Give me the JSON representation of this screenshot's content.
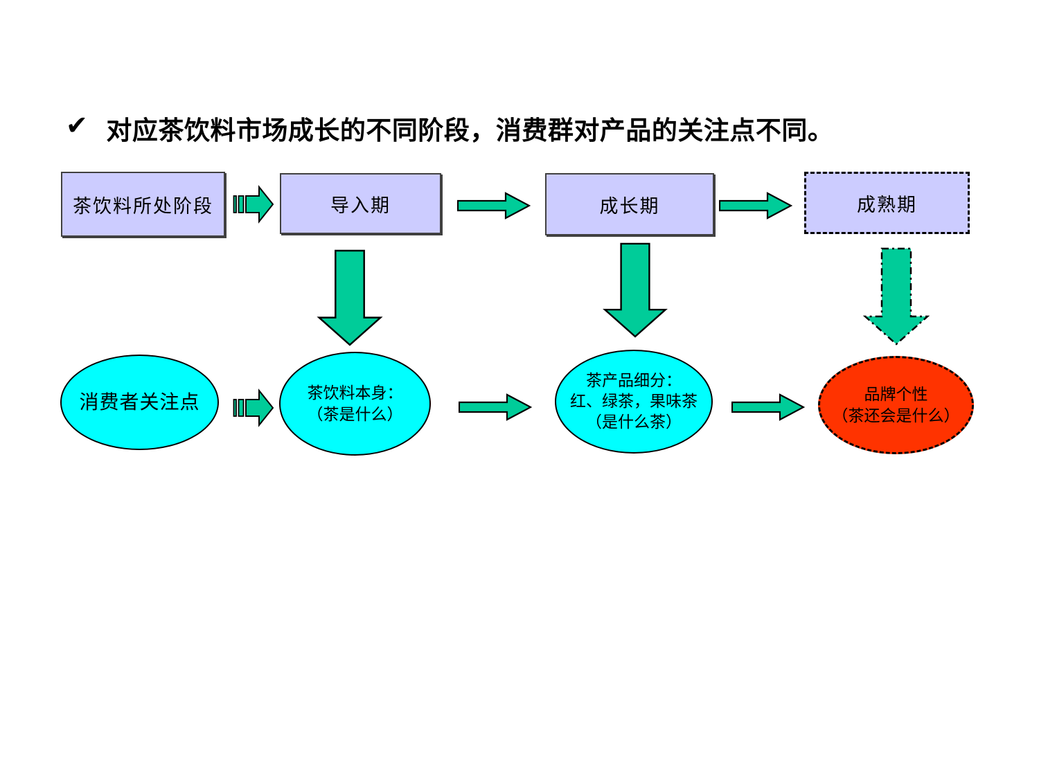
{
  "title": {
    "bullet": "✔",
    "text": "对应茶饮料市场成长的不同阶段，消费群对产品的关注点不同。"
  },
  "stage_row": {
    "header": "茶饮料所处阶段",
    "stages": [
      {
        "label": "导入期"
      },
      {
        "label": "成长期"
      },
      {
        "label": "成熟期"
      }
    ]
  },
  "focus_row": {
    "header": "消费者关注点",
    "items": [
      {
        "line1": "茶饮料本身：",
        "line2": "（茶是什么）"
      },
      {
        "line1": "茶产品细分：",
        "line2": "红、绿茶，果味茶",
        "line3": "（是什么茶）"
      },
      {
        "line1": "品牌个性",
        "line2": "（茶还会是什么）"
      }
    ]
  },
  "colors": {
    "stage_box_fill": "#CCCCFF",
    "focus_ellipse_fill": "#00FFFF",
    "brand_ellipse_fill": "#FF3300",
    "arrow_fill": "#00CC99",
    "outline": "#000000",
    "text": "#000000"
  }
}
